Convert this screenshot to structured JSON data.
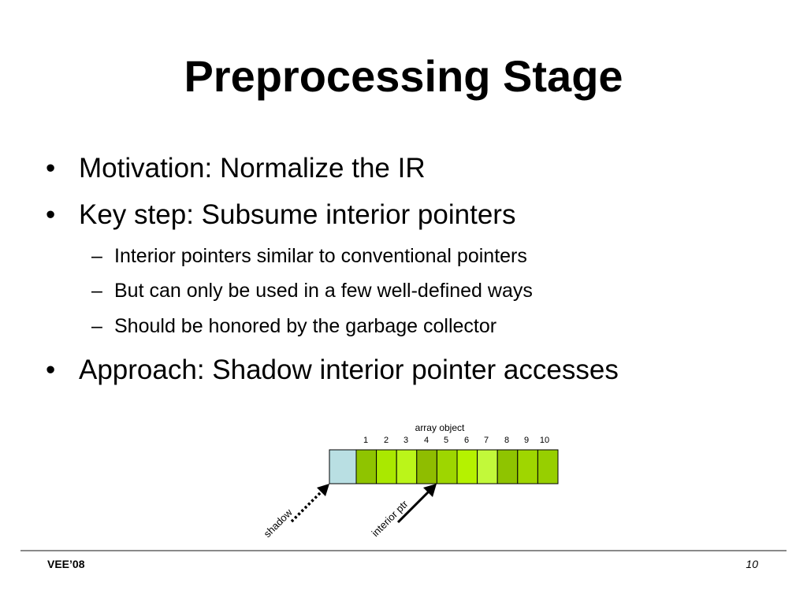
{
  "slide": {
    "title": "Preprocessing Stage",
    "bullets": [
      {
        "marker": "•",
        "text": "Motivation: Normalize the IR"
      },
      {
        "marker": "•",
        "text": "Key step: Subsume interior pointers",
        "subs": [
          {
            "marker": "–",
            "text": "Interior pointers similar to conventional pointers"
          },
          {
            "marker": "–",
            "text": "But can only be used in a few well-defined ways"
          },
          {
            "marker": "–",
            "text": "Should be honored by the garbage collector"
          }
        ]
      },
      {
        "marker": "•",
        "text": "Approach: Shadow interior pointer accesses"
      }
    ]
  },
  "diagram": {
    "label": "array object",
    "cell_indices": [
      "1",
      "2",
      "3",
      "4",
      "5",
      "6",
      "7",
      "8",
      "9",
      "10"
    ],
    "shadow_label": "shadow",
    "pointer_label": "interior ptr",
    "colors": {
      "shadow_cell": "#b9dfe3",
      "cells": [
        "#8fc400",
        "#aae800",
        "#bbf519",
        "#8fbd00",
        "#9ed600",
        "#b5f200",
        "#c2f93a",
        "#8fc400",
        "#9fd600",
        "#97cf00"
      ],
      "outline": "#000000"
    }
  },
  "footer": {
    "left": "VEE’08",
    "right": "10"
  }
}
